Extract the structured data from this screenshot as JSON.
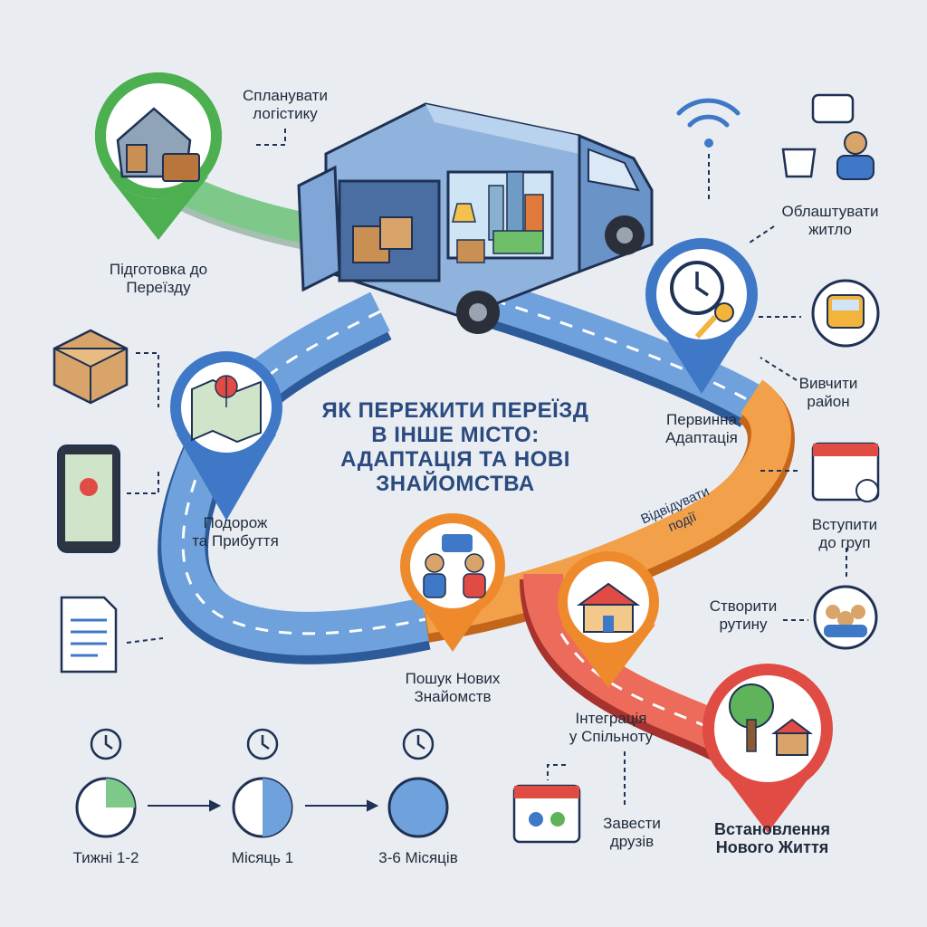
{
  "title": {
    "line1": "ЯК ПЕРЕЖИТИ ПЕРЕЇЗД",
    "line2": "В ІНШЕ МІСТО:",
    "line3": "АДАПТАЦІЯ ТА НОВІ",
    "line4": "ЗНАЙОМСТВА"
  },
  "stages": {
    "prep": {
      "line1": "Підготовка до",
      "line2": "Переїзду"
    },
    "travel": {
      "line1": "Подорож",
      "line2": "та Прибуття"
    },
    "adapt": {
      "line1": "Первинна",
      "line2": "Адаптація"
    },
    "search": {
      "line1": "Пошук Нових",
      "line2": "Знайомств"
    },
    "integ": {
      "line1": "Інтеграція",
      "line2": "у Спільноту"
    },
    "newlife": {
      "line1": "Встановлення",
      "line2": "Нового Життя"
    }
  },
  "tasks": {
    "logistics": {
      "line1": "Спланувати",
      "line2": "логістику"
    },
    "home": {
      "line1": "Облаштувати",
      "line2": "житло"
    },
    "district": {
      "line1": "Вивчити",
      "line2": "район"
    },
    "groups": {
      "line1": "Вступити",
      "line2": "до груп"
    },
    "routine": {
      "line1": "Створити",
      "line2": "рутину"
    },
    "friends": {
      "line1": "Завести",
      "line2": "друзів"
    },
    "events": {
      "line1": "Відвідувати",
      "line2": "події"
    }
  },
  "timeline": {
    "t1": "Тижні 1-2",
    "t2": "Місяць 1",
    "t3": "3-6 Місяців"
  },
  "colors": {
    "blue": "#3f78c6",
    "orange": "#ee8a2c",
    "red": "#e04b44",
    "green": "#4caf50",
    "navy": "#1f3154"
  }
}
